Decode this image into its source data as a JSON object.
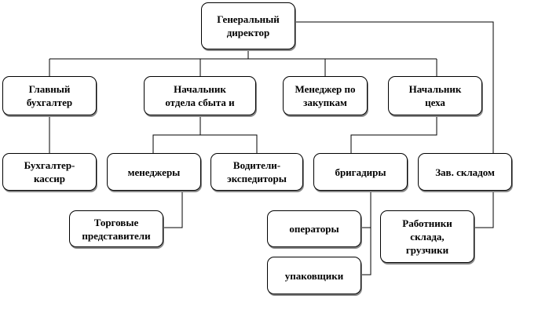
{
  "nodes": {
    "general_director": "Генеральный\nдиректор",
    "chief_accountant": "Главный\nбухгалтер",
    "sales_head": "Начальник\nотдела сбыта и",
    "purchase_manager": "Менеджер по\nзакупкам",
    "shop_head": "Начальник\nцеха",
    "cashier": "Бухгалтер-\nкассир",
    "managers": "менеджеры",
    "drivers": "Водители-\nэкспедиторы",
    "foremen": "бригадиры",
    "warehouse_head": "Зав. складом",
    "sales_reps": "Торговые\nпредставители",
    "operators": "операторы",
    "packers": "упаковщики",
    "warehouse_workers": "Работники\nсклада,\nгрузчики"
  }
}
